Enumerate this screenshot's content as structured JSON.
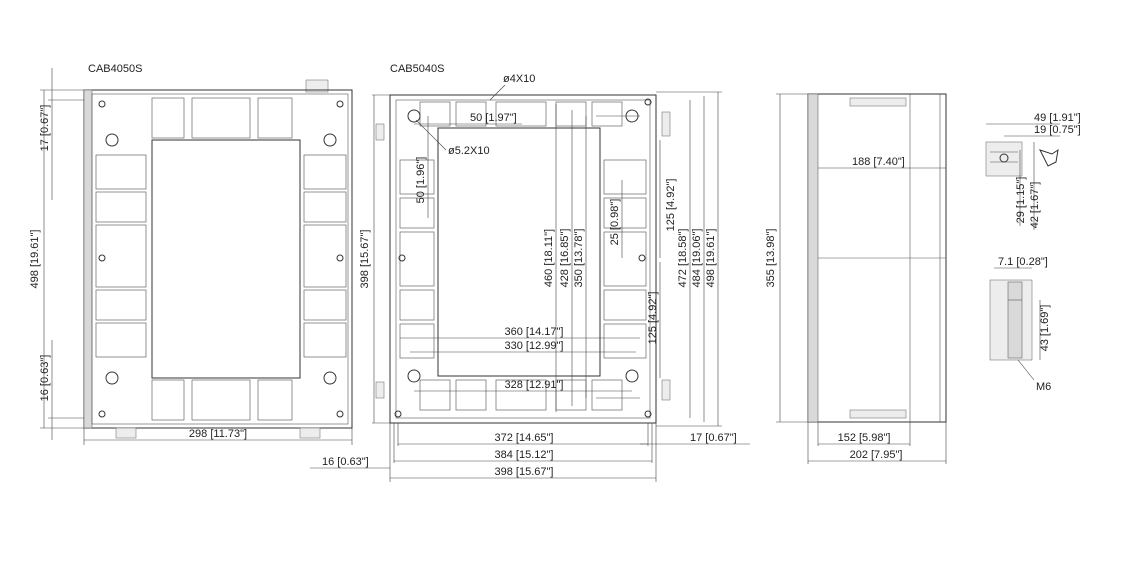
{
  "models": {
    "left": "CAB4050S",
    "right": "CAB5040S"
  },
  "callouts": {
    "hole_large": "ø4X10",
    "hole_small": "ø5.2X10",
    "thread": "M6"
  },
  "dims": {
    "cab4050_h": "498 [19.61\"]",
    "cab4050_top": "17 [0.67\"]",
    "cab4050_bot": "16 [0.63\"]",
    "cab4050_w": "298 [11.73\"]",
    "cab5040_h": "398 [15.67\"]",
    "cab5040_off50h": "50 [1.97\"]",
    "cab5040_off50v": "50 [1.96\"]",
    "cab5040_bot16": "16 [0.63\"]",
    "cab5040_in360": "360 [14.17\"]",
    "cab5040_in330": "330 [12.99\"]",
    "cab5040_in328": "328 [12.91\"]",
    "cab5040_w372": "372 [14.65\"]",
    "cab5040_w384": "384 [15.12\"]",
    "cab5040_w398": "398 [15.67\"]",
    "cab5040_r17": "17 [0.67\"]",
    "v460": "460 [18.11\"]",
    "v428": "428 [16.85\"]",
    "v350": "350 [13.78\"]",
    "v25": "25 [0.98\"]",
    "v125a": "125 [4.92\"]",
    "v125b": "125 [4.92\"]",
    "v472": "472 [18.58\"]",
    "v484": "484 [19.06\"]",
    "v498": "498 [19.61\"]",
    "side_h": "355 [13.98\"]",
    "side_188": "188 [7.40\"]",
    "side_152": "152 [5.98\"]",
    "side_202": "202 [7.95\"]",
    "det_49": "49 [1.91\"]",
    "det_19": "19 [0.75\"]",
    "det_29": "29 [1.15\"]",
    "det_42": "42 [1.67\"]",
    "det_7": "7.1 [0.28\"]",
    "det_43": "43 [1.69\"]"
  }
}
